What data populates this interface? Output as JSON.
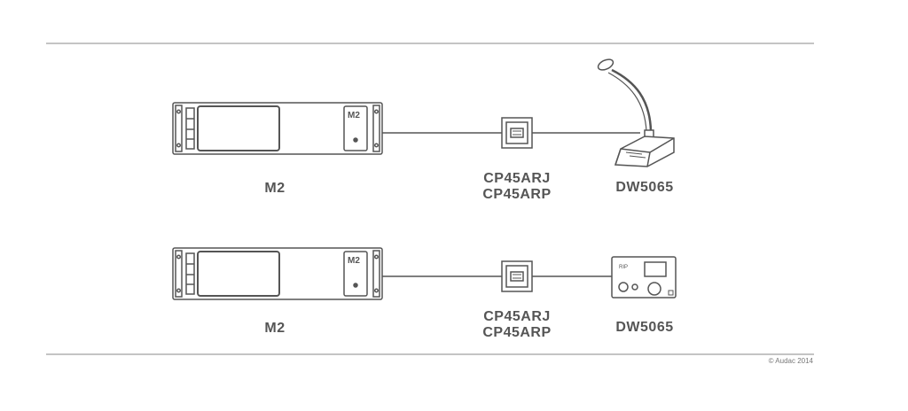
{
  "rows": [
    {
      "amplifier": {
        "label": "M2",
        "front_badge": "M2"
      },
      "wallplate": {
        "label_line1": "CP45ARJ",
        "label_line2": "CP45ARP"
      },
      "endpoint": {
        "label": "DW5065",
        "icon": "desk-microphone-icon"
      }
    },
    {
      "amplifier": {
        "label": "M2",
        "front_badge": "M2"
      },
      "wallplate": {
        "label_line1": "CP45ARJ",
        "label_line2": "CP45ARP"
      },
      "endpoint": {
        "label": "DW5065",
        "icon": "wall-panel-icon"
      }
    }
  ],
  "footer": {
    "copyright": "© Audac 2014"
  },
  "colors": {
    "stroke": "#555555",
    "rule": "#c4c4c4",
    "label": "#555555"
  }
}
